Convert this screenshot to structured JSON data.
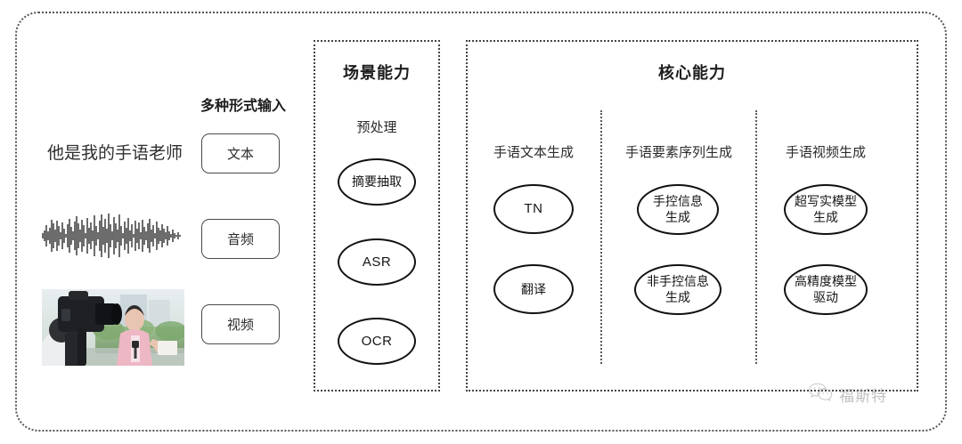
{
  "diagram": {
    "input_section": {
      "title": "多种形式输入",
      "sample_text": "他是我的手语老师",
      "modalities": [
        {
          "label": "文本",
          "icon": "text-icon"
        },
        {
          "label": "音频",
          "icon": "audio-waveform-icon"
        },
        {
          "label": "视频",
          "icon": "video-thumbnail-icon"
        }
      ]
    },
    "scene_panel": {
      "title": "场景能力",
      "group_label": "预处理",
      "nodes": [
        {
          "label": "摘要抽取"
        },
        {
          "label": "ASR"
        },
        {
          "label": "OCR"
        }
      ]
    },
    "core_panel": {
      "title": "核心能力",
      "columns": [
        {
          "label": "手语文本生成",
          "nodes": [
            {
              "line1": "TN",
              "line2": ""
            },
            {
              "line1": "翻译",
              "line2": ""
            }
          ]
        },
        {
          "label": "手语要素序列生成",
          "nodes": [
            {
              "line1": "手控信息",
              "line2": "生成"
            },
            {
              "line1": "非手控信息",
              "line2": "生成"
            }
          ]
        },
        {
          "label": "手语视频生成",
          "nodes": [
            {
              "line1": "超写实模型",
              "line2": "生成"
            },
            {
              "line1": "高精度模型",
              "line2": "驱动"
            }
          ]
        }
      ]
    },
    "watermark": {
      "icon": "wechat-icon",
      "text": "福斯特"
    },
    "colors": {
      "border": "#444444",
      "text": "#1d1d1d",
      "node_border": "#111111",
      "watermark": "#8d8d8d",
      "background": "#ffffff"
    }
  }
}
